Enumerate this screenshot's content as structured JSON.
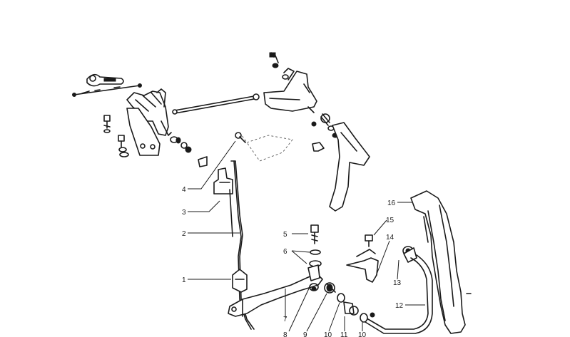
{
  "diagram": {
    "callouts": [
      {
        "id": "c1",
        "label": "1"
      },
      {
        "id": "c2",
        "label": "2"
      },
      {
        "id": "c3",
        "label": "3"
      },
      {
        "id": "c4",
        "label": "4"
      },
      {
        "id": "c5",
        "label": "5"
      },
      {
        "id": "c6",
        "label": "6"
      },
      {
        "id": "c7",
        "label": "7"
      },
      {
        "id": "c8",
        "label": "8"
      },
      {
        "id": "c9",
        "label": "9"
      },
      {
        "id": "c10a",
        "label": "10"
      },
      {
        "id": "c11",
        "label": "11"
      },
      {
        "id": "c10b",
        "label": "10"
      },
      {
        "id": "c12",
        "label": "12"
      },
      {
        "id": "c13",
        "label": "13"
      },
      {
        "id": "c14",
        "label": "14"
      },
      {
        "id": "c15",
        "label": "15"
      },
      {
        "id": "c16",
        "label": "16"
      }
    ],
    "colors": {
      "ink": "#1a1a1a",
      "background": "#ffffff"
    }
  }
}
